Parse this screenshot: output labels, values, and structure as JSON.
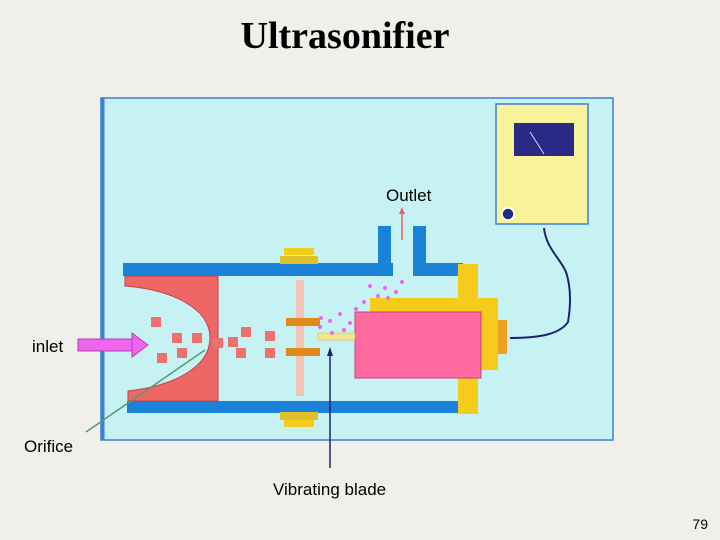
{
  "title": "Ultrasonifier",
  "labels": {
    "outlet": "Outlet",
    "inlet": "inlet",
    "orifice": "Orifice",
    "vibrating_blade": "Vibrating blade"
  },
  "page_number": "79",
  "colors": {
    "panel_bg": "#c6f2f4",
    "pipe": "#1a82d8",
    "chamber": "#ee6666",
    "meter": "#f8f39a",
    "meter_screen": "#2a2a86",
    "housing": "#f5cc1c",
    "transducer": "#ff6aa0",
    "particle": "#f07070",
    "mist": "#ee66ee",
    "arrow_inlet": "#ee66ee",
    "leader_orifice": "#5a9a6a",
    "leader_blade": "#22226e"
  }
}
